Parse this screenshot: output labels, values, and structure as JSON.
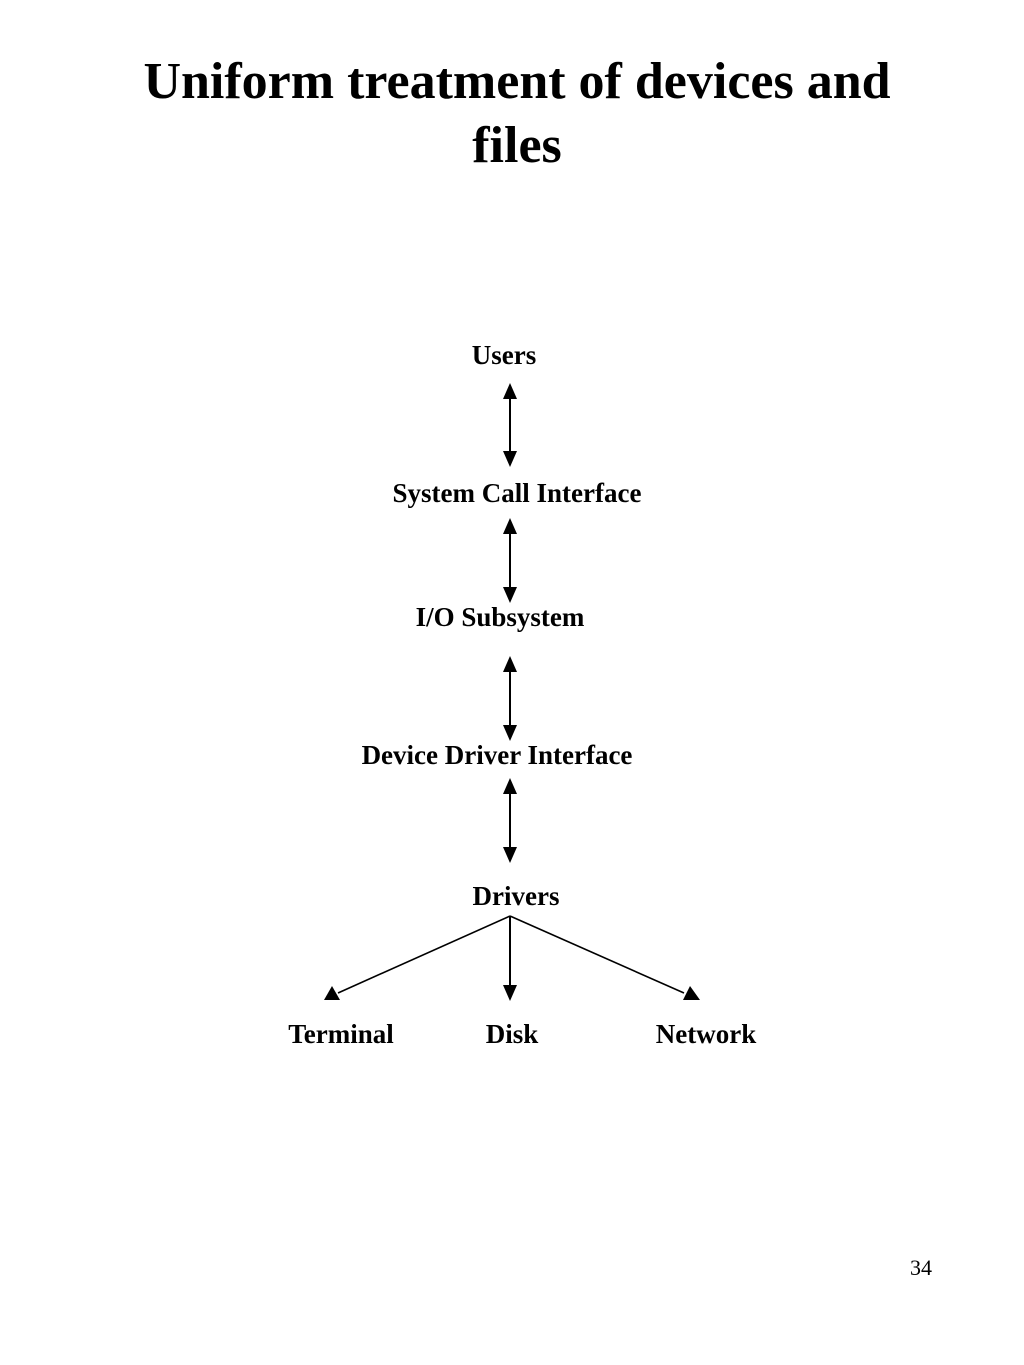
{
  "title": {
    "line1": "Uniform treatment of devices and",
    "line2": "files"
  },
  "diagram": {
    "nodes": {
      "users": "Users",
      "system_call_interface": "System Call Interface",
      "io_subsystem": "I/O Subsystem",
      "device_driver_interface": "Device Driver Interface",
      "drivers": "Drivers",
      "terminal": "Terminal",
      "disk": "Disk",
      "network": "Network"
    }
  },
  "page_number": "34"
}
